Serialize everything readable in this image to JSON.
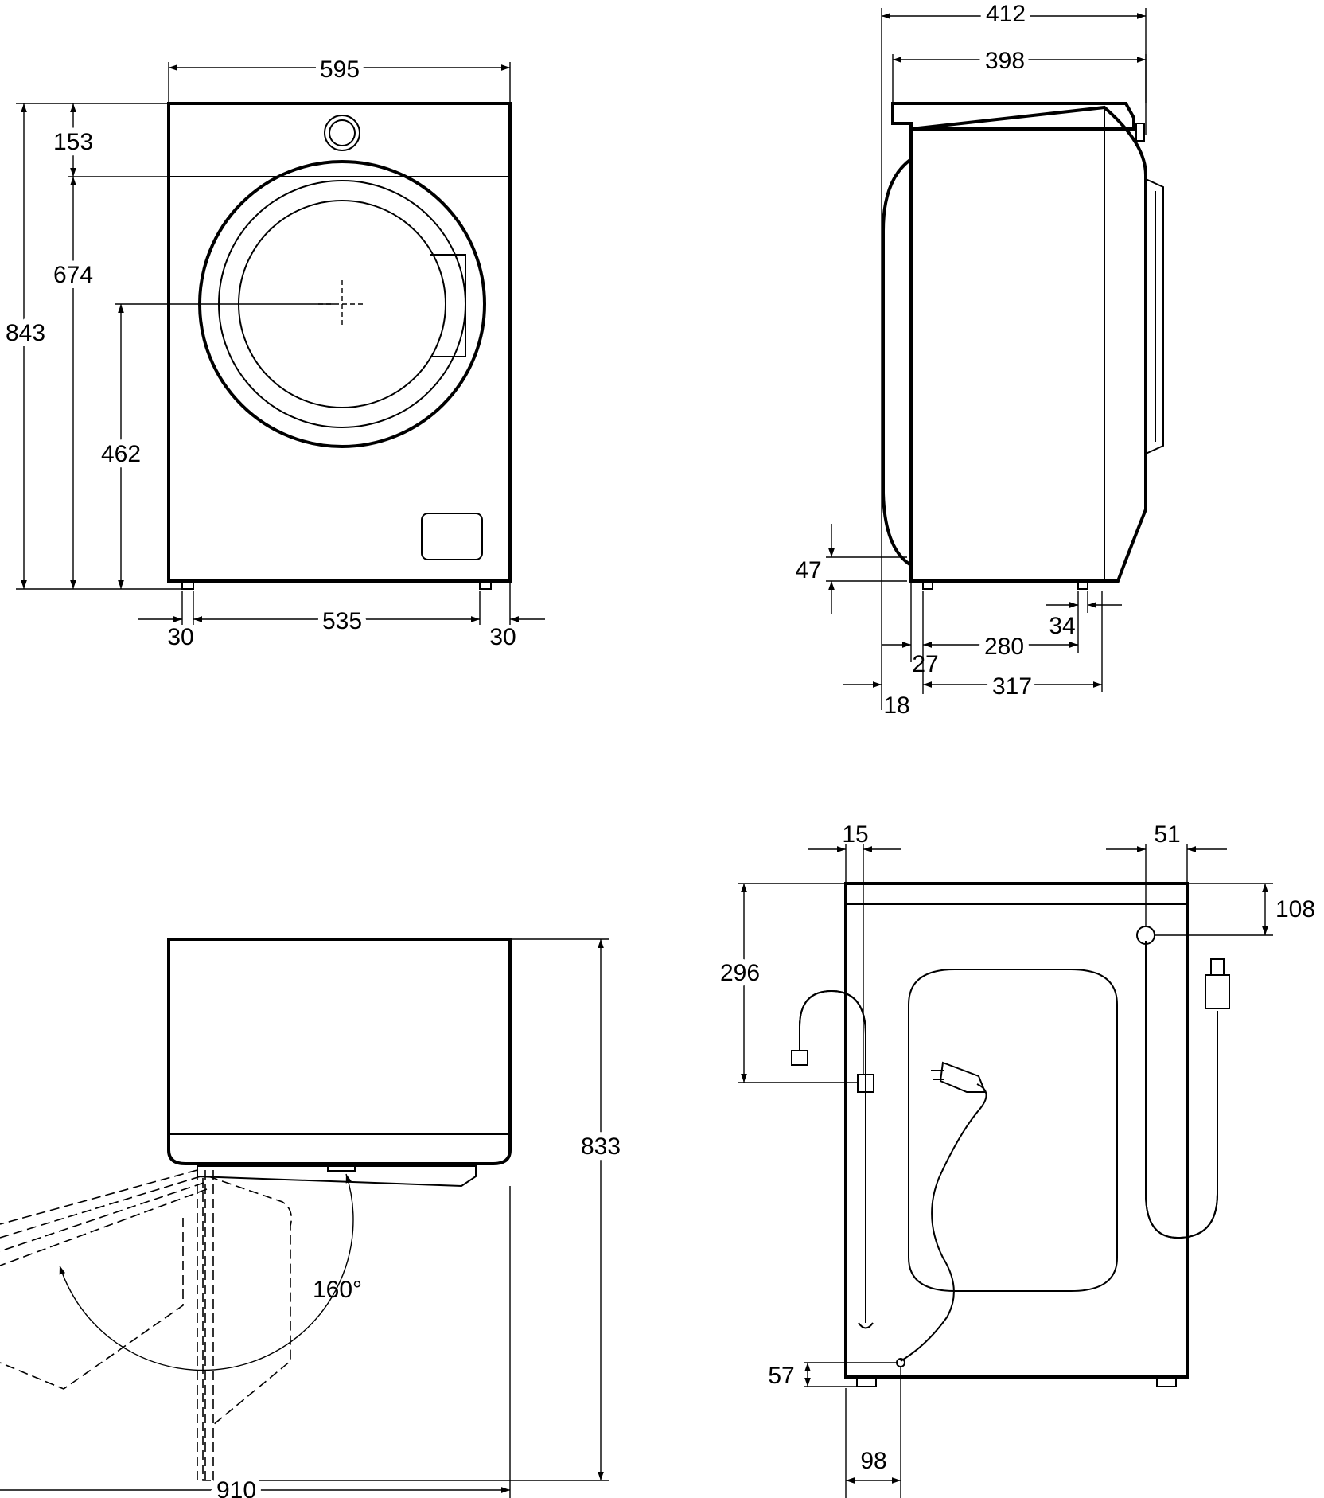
{
  "colors": {
    "ink": "#000000",
    "paper": "#ffffff"
  },
  "front_view": {
    "width_total": "595",
    "panel_height": "153",
    "height_total": "843",
    "door_top_height": "674",
    "door_center_height": "462",
    "foot_offset_left": "30",
    "foot_spacing": "535",
    "foot_offset_right": "30"
  },
  "side_view": {
    "depth_total": "412",
    "depth_top": "398",
    "foot_height": "47",
    "foot_offset_rear": "34",
    "foot_spacing": "280",
    "foot_offset_front": "27",
    "depth_body": "317",
    "door_protrusion": "18"
  },
  "top_view": {
    "door_angle": "160°",
    "height_to_floor": "833",
    "depth_door_open": "910"
  },
  "rear_view": {
    "drain_offset": "15",
    "inlet_offset": "51",
    "inlet_height": "108",
    "drain_hook_height": "296",
    "cable_height": "57",
    "cable_offset": "98"
  }
}
